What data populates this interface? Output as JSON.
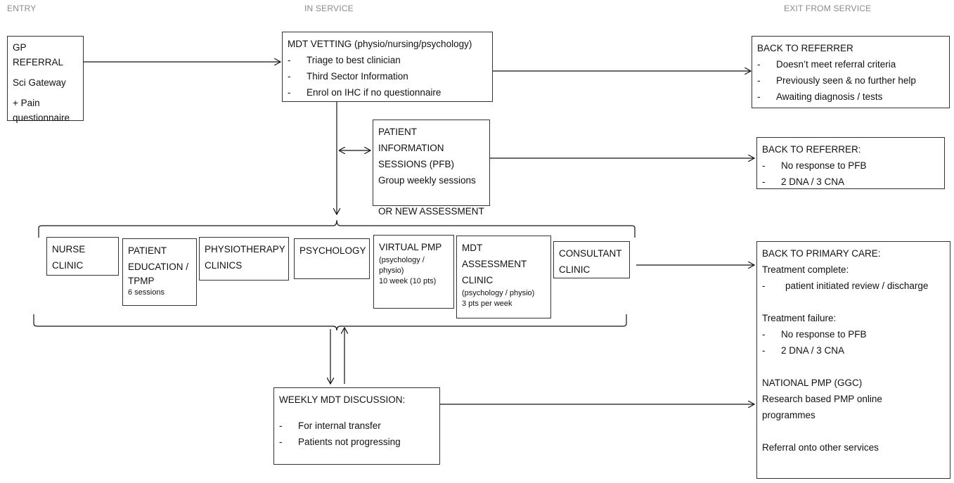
{
  "columns": {
    "entry": "ENTRY",
    "in_service": "IN SERVICE",
    "exit": "EXIT FROM SERVICE"
  },
  "gp_referral": {
    "title": "GP REFERRAL",
    "line2": "Sci Gateway",
    "line3": "+ Pain",
    "line4": "questionnaire"
  },
  "mdt_vetting": {
    "title": "MDT VETTING (physio/nursing/psychology)",
    "items": [
      "Triage to best clinician",
      "Third Sector Information",
      "Enrol on IHC if no questionnaire"
    ]
  },
  "back_referrer_1": {
    "title": "BACK TO REFERRER",
    "items": [
      "Doesn’t meet referral criteria",
      "Previously seen & no further help",
      "Awaiting diagnosis / tests"
    ]
  },
  "patient_info": {
    "line1": "PATIENT INFORMATION",
    "line2": "SESSIONS (PFB)",
    "line3": "Group weekly sessions",
    "line4": "OR NEW ASSESSMENT"
  },
  "back_referrer_2": {
    "title": "BACK TO REFERRER:",
    "items": [
      "No response to PFB",
      "2 DNA / 3 CNA"
    ]
  },
  "clinics": {
    "nurse": {
      "line1": "NURSE",
      "line2": "CLINIC"
    },
    "education": {
      "line1": "PATIENT",
      "line2": "EDUCATION /",
      "line3": "TPMP",
      "note": "6 sessions"
    },
    "physio": {
      "line1": "PHYSIOTHERAPY",
      "line2": "CLINICS"
    },
    "psychology": {
      "line1": "PSYCHOLOGY"
    },
    "virtual_pmp": {
      "line1": "VIRTUAL PMP",
      "note1": "(psychology /",
      "note2": "physio)",
      "note3": "10 week (10 pts)"
    },
    "mdt_assessment": {
      "line1": "MDT",
      "line2": "ASSESSMENT",
      "line3": "CLINIC",
      "note1": "(psychology / physio)",
      "note2": "3 pts per week"
    },
    "consultant": {
      "line1": "CONSULTANT",
      "line2": "CLINIC"
    }
  },
  "primary_care": {
    "title": "BACK TO PRIMARY CARE:",
    "complete": "Treatment complete:",
    "complete_items": [
      "patient initiated review / discharge"
    ],
    "failure": "Treatment failure:",
    "failure_items": [
      "No response to PFB",
      "2 DNA / 3 CNA"
    ],
    "national": "NATIONAL PMP (GGC)",
    "research1": "Research based PMP online",
    "research2": "programmes",
    "referral": "Referral onto other services"
  },
  "weekly_mdt": {
    "title": "WEEKLY MDT DISCUSSION:",
    "items": [
      "For internal transfer",
      "Patients not progressing"
    ]
  }
}
